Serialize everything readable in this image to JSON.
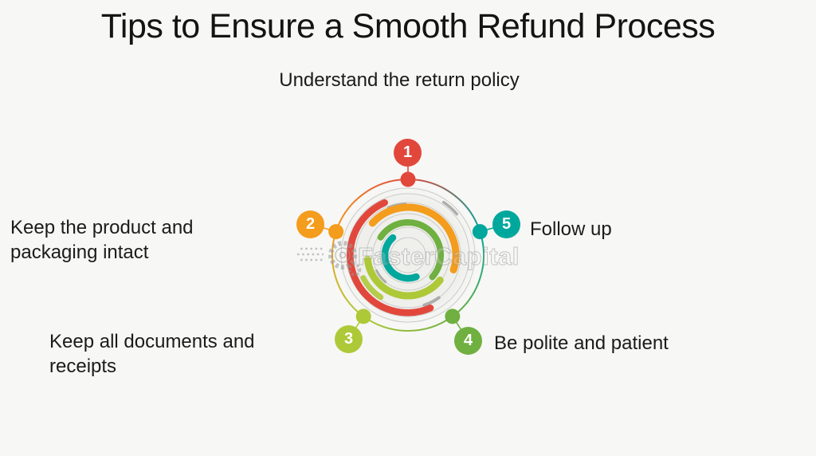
{
  "title": "Tips to Ensure a Smooth Refund Process",
  "watermark": {
    "text": "FasterCapital",
    "logo": "gear-icon"
  },
  "diagram": {
    "type": "circular-process",
    "items": [
      {
        "number": "1",
        "label": "Understand the return policy",
        "color": "#e2473c",
        "position": "top"
      },
      {
        "number": "2",
        "label": "Keep the product and\npackaging intact",
        "color": "#f49c1c",
        "position": "left"
      },
      {
        "number": "3",
        "label": "Keep all documents and\nreceipts",
        "color": "#aec938",
        "position": "bottom-left"
      },
      {
        "number": "4",
        "label": "Be polite and patient",
        "color": "#6fb041",
        "position": "bottom-right"
      },
      {
        "number": "5",
        "label": "Follow up",
        "color": "#00a79c",
        "position": "right"
      }
    ]
  },
  "colors": {
    "background": "#f7f7f5",
    "text": "#141414",
    "item1": "#e2473c",
    "item2": "#f49c1c",
    "item3": "#aec938",
    "item4": "#6fb041",
    "item5": "#00a79c"
  }
}
